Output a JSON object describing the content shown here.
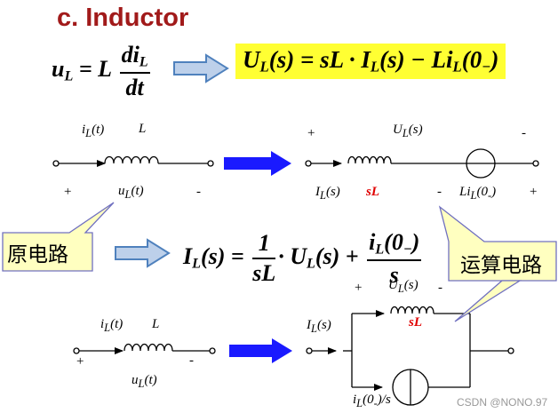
{
  "title": "c. Inductor",
  "eq1": {
    "lhs": "u",
    "lhs_sub": "L",
    "eq": "=",
    "coef": "L",
    "num": "di",
    "num_sub": "L",
    "den": "dt"
  },
  "eq1_laplace": {
    "t1": "U",
    "t1_sub": "L",
    "t2": "(s) = sL · I",
    "t2_sub": "L",
    "t3": "(s) − Li",
    "t3_sub": "L",
    "t4": "(0",
    "t4_sub": "−",
    "t5": ")"
  },
  "eq2": {
    "t1": "I",
    "t1_sub": "L",
    "t2": "(s) =",
    "f1_num": "1",
    "f1_den": "sL",
    "t3": "· U",
    "t3_sub": "L",
    "t4": "(s) +",
    "f2_num_a": "i",
    "f2_num_sub": "L",
    "f2_num_b": "(0",
    "f2_num_sub2": "−",
    "f2_num_c": ")",
    "f2_den": "s"
  },
  "circuit1": {
    "current": "i",
    "current_sub": "L",
    "current_tail": "(t)",
    "inductor": "L",
    "plus": "+",
    "minus": "-",
    "voltage": "u",
    "voltage_sub": "L",
    "voltage_tail": "(t)"
  },
  "circuit1s": {
    "plus_top": "+",
    "minus_top": "-",
    "voltage": "U",
    "voltage_sub": "L",
    "voltage_tail": "(s)",
    "current": "I",
    "current_sub": "L",
    "current_tail": "(s)",
    "impedance": "sL",
    "minus_src": "-",
    "source": "Li",
    "source_sub": "L",
    "source_tail": "(0",
    "source_sub2": "-",
    "source_tail2": ")",
    "plus_src": "+"
  },
  "circuit2": {
    "current": "i",
    "current_sub": "L",
    "current_tail": "(t)",
    "inductor": "L",
    "plus": "+",
    "minus": "-",
    "voltage": "u",
    "voltage_sub": "L",
    "voltage_tail": "(t)"
  },
  "circuit2s": {
    "plus": "+",
    "minus": "-",
    "voltage": "U",
    "voltage_sub": "L",
    "voltage_tail": "(s)",
    "current": "I",
    "current_sub": "L",
    "current_tail": "(s)",
    "impedance": "sL",
    "source": "i",
    "source_sub": "L",
    "source_tail": "(0",
    "source_sub2": "-",
    "source_tail2": ")/s"
  },
  "callout_original": "原电路",
  "callout_operational": "运算电路",
  "watermark": "CSDN @NONO.97",
  "colors": {
    "title": "#a11a1a",
    "highlight": "#ffff33",
    "blue_arrow": "#1a1aff",
    "hollow_arrow": "#4f81bd",
    "callout_fill": "#ffffc0",
    "callout_stroke": "#7070c0",
    "impedance": "#e00000"
  }
}
